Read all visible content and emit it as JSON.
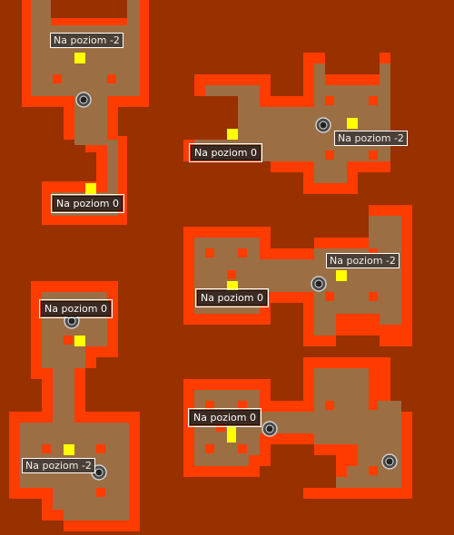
{
  "colors": {
    "background": "#983000",
    "wall": "#ff3c00",
    "floor": "#9c6e44",
    "stair_marker": "#ffff00",
    "wall_block": "#ff3c00"
  },
  "labels": {
    "m1_top": "Na poziom -2",
    "m1_bottom": "Na poziom 0",
    "m2_left": "Na poziom 0",
    "m2_right": "Na poziom -2",
    "m3_right": "Na poziom -2",
    "m3_left": "Na poziom 0",
    "m4_top": "Na poziom 0",
    "m4_bottom": "Na poziom -2",
    "m5_left": "Na poziom 0"
  },
  "icons": {
    "portal": "portal-icon",
    "stairs": "stairs-marker"
  }
}
